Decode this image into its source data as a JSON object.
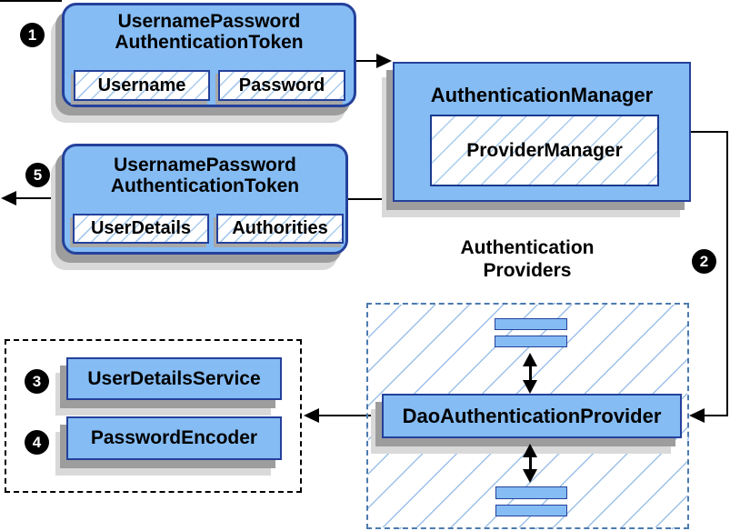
{
  "steps": {
    "one": "1",
    "two": "2",
    "three": "3",
    "four": "4",
    "five": "5"
  },
  "nodes": {
    "request_token": {
      "title": "UsernamePassword\nAuthenticationToken",
      "fields": [
        "Username",
        "Password"
      ]
    },
    "authentication_manager": {
      "title": "AuthenticationManager",
      "inner": "ProviderManager"
    },
    "result_token": {
      "title": "UsernamePassword\nAuthenticationToken",
      "fields": [
        "UserDetails",
        "Authorities"
      ]
    },
    "providers_group": {
      "label": "Authentication\nProviders"
    },
    "dao_provider": {
      "title": "DaoAuthenticationProvider"
    },
    "services": {
      "user_details_service": "UserDetailsService",
      "password_encoder": "PasswordEncoder"
    }
  },
  "colors": {
    "node_fill": "#85BCF4",
    "node_border": "#24419B",
    "hatch_line": "#A9CBEE",
    "providers_dash_border": "#4C7BB0",
    "services_dash_border": "#000000",
    "connector": "#000000",
    "shadow_dark": "#9D9D9D",
    "shadow_light": "#D9D9D9",
    "step_badge_bg": "#000000",
    "step_badge_fg": "#FFFFFF"
  }
}
